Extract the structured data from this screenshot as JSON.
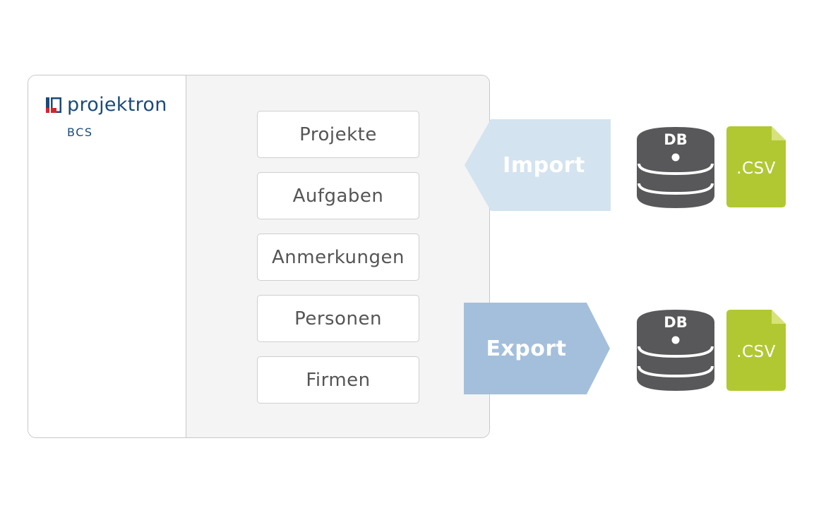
{
  "app": {
    "brand": "projektron",
    "product": "BCS"
  },
  "modules": [
    "Projekte",
    "Aufgaben",
    "Anmerkungen",
    "Personen",
    "Firmen"
  ],
  "flows": {
    "import_label": "Import",
    "export_label": "Export"
  },
  "sources": {
    "db_label": "DB",
    "csv_label": ".CSV"
  },
  "colors": {
    "brand_blue": "#1c4a78",
    "brand_red": "#d3262b",
    "import_arrow": "#d3e3f0",
    "export_arrow": "#a3bfdc",
    "db_gray": "#58585a",
    "csv_green": "#b2c832"
  },
  "icons": [
    "projektron-logo-icon",
    "database-icon",
    "csv-file-icon"
  ]
}
